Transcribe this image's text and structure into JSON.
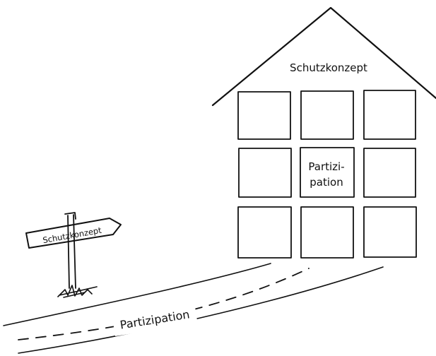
{
  "house": {
    "roof_label": "Schutzkonzept",
    "center_window_line1": "Partizi-",
    "center_window_line2": "pation"
  },
  "signpost": {
    "label": "Schutzkonzept"
  },
  "road": {
    "label": "Partizipation"
  }
}
